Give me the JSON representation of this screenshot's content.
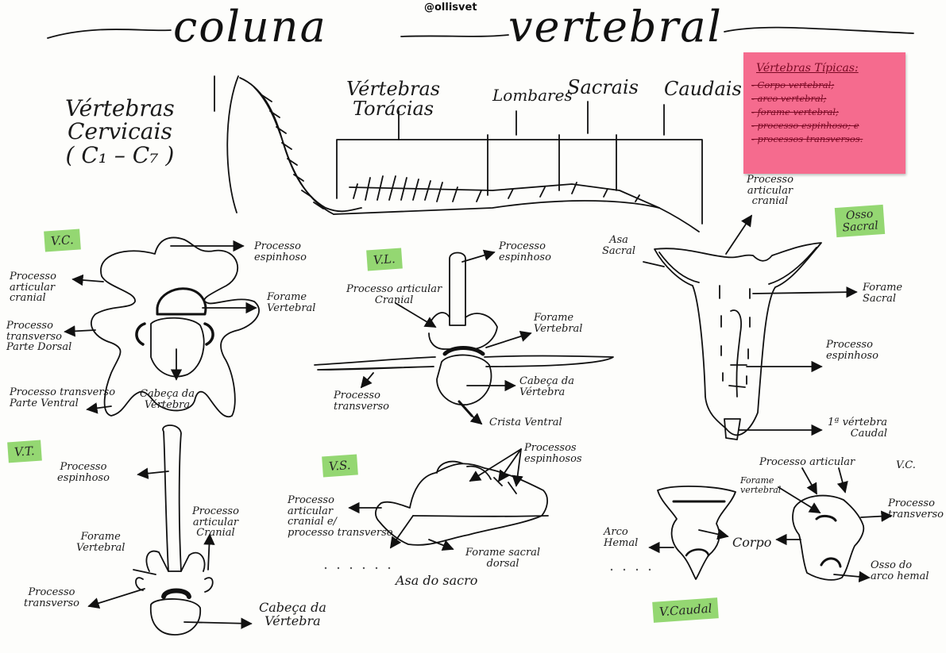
{
  "credit": "@ollisvet",
  "title": {
    "left": "coluna",
    "right": "vertebral"
  },
  "spine": {
    "cervical": "Vértebras\nCervicais\n( C₁ – C₇ )",
    "thoracic": "Vértebras\nTorácias",
    "lumbar": "Lombares",
    "sacral": "Sacrais",
    "caudal": "Caudais"
  },
  "sticky_note": {
    "title": "Vértebras Típicas:",
    "items": [
      "- Corpo vertebral;",
      "- arco vertebral;",
      "- forame vertebral;",
      "- processo espinhoso; e",
      "- processos transversos."
    ]
  },
  "vc": {
    "tag": "V.C.",
    "espinhoso": "Processo\nespinhoso",
    "articular": "Processo\narticular\ncranial",
    "forame": "Forame\nVertebral",
    "transverso_dorsal": "Processo\ntransverso\nParte Dorsal",
    "transverso_ventral": "Processo transverso\nParte Ventral",
    "cabeca": "Cabeça da\nVértebra"
  },
  "vl": {
    "tag": "V.L.",
    "espinhoso": "Processo\nespinhoso",
    "articular": "Processo articular\nCranial",
    "forame": "Forame\nVertebral",
    "transverso": "Processo\ntransverso",
    "cabeca": "Cabeça da\nVértebra",
    "crista": "Crista Ventral"
  },
  "sacro": {
    "tag": "Osso\nSacral",
    "articular": "Processo\narticular\ncranial",
    "asa": "Asa\nSacral",
    "forame": "Forame\nSacral",
    "espinhoso": "Processo\nespinhoso",
    "caudal": "1ª vértebra\nCaudal"
  },
  "vt": {
    "tag": "V.T.",
    "espinhoso": "Processo\nespinhoso",
    "articular": "Processo\narticular\nCranial",
    "forame": "Forame\nVertebral",
    "transverso": "Processo\ntransverso",
    "cabeca": "Cabeça da\nVértebra"
  },
  "vs": {
    "tag": "V.S.",
    "espinhosos": "Processos\nespinhosos",
    "articular": "Processo\narticular\ncranial e/\nprocesso transverso",
    "forame": "Forame sacral\ndorsal",
    "asa": "Asa do sacro"
  },
  "vcaudal": {
    "tag": "V.Caudal",
    "tag2": "V.C.",
    "articular": "Processo articular",
    "forame": "Forame\nvertebral",
    "transverso": "Processo\ntransverso",
    "arco": "Arco\nHemal",
    "corpo": "Corpo",
    "osso": "Osso do\narco hemal"
  }
}
